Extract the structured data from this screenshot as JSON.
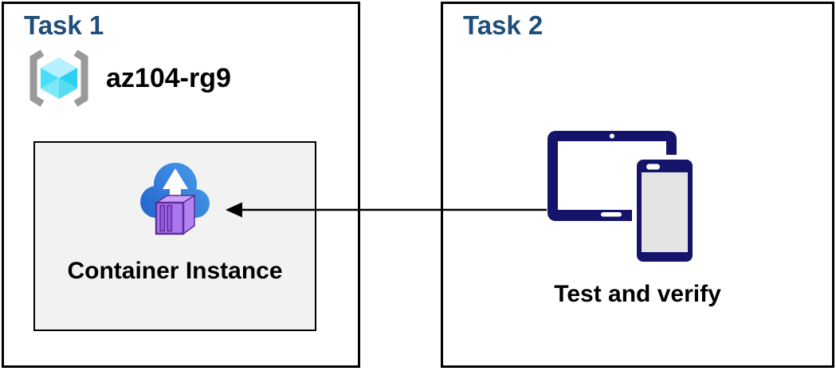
{
  "task1": {
    "title": "Task 1",
    "resource_group": {
      "name": "az104-rg9",
      "icon": "resource-group-icon"
    },
    "container_instance": {
      "label": "Container Instance",
      "icon": "container-instances-icon"
    }
  },
  "task2": {
    "title": "Task 2",
    "devices": {
      "label": "Test and verify",
      "icon": "tablet-and-phone-icon"
    }
  },
  "connector": {
    "type": "arrow",
    "direction": "right-to-left",
    "from": "task2-devices",
    "to": "task1-container-instance"
  },
  "colors": {
    "title_blue": "#1F4E79",
    "box_border": "#000000",
    "container_box_bg": "#F2F2F2",
    "device_navy": "#14146B",
    "phone_screen_gray": "#E4E4E4",
    "rg_bracket_gray": "#9A9A9A",
    "rg_cube_cyan": "#4ADFF7",
    "cloud_blue_light": "#4AA0EB",
    "cloud_blue_dark": "#2162CE",
    "container_purple": "#A26CEB",
    "container_purple_dark": "#5E2F9A",
    "arrow_black": "#000000"
  }
}
